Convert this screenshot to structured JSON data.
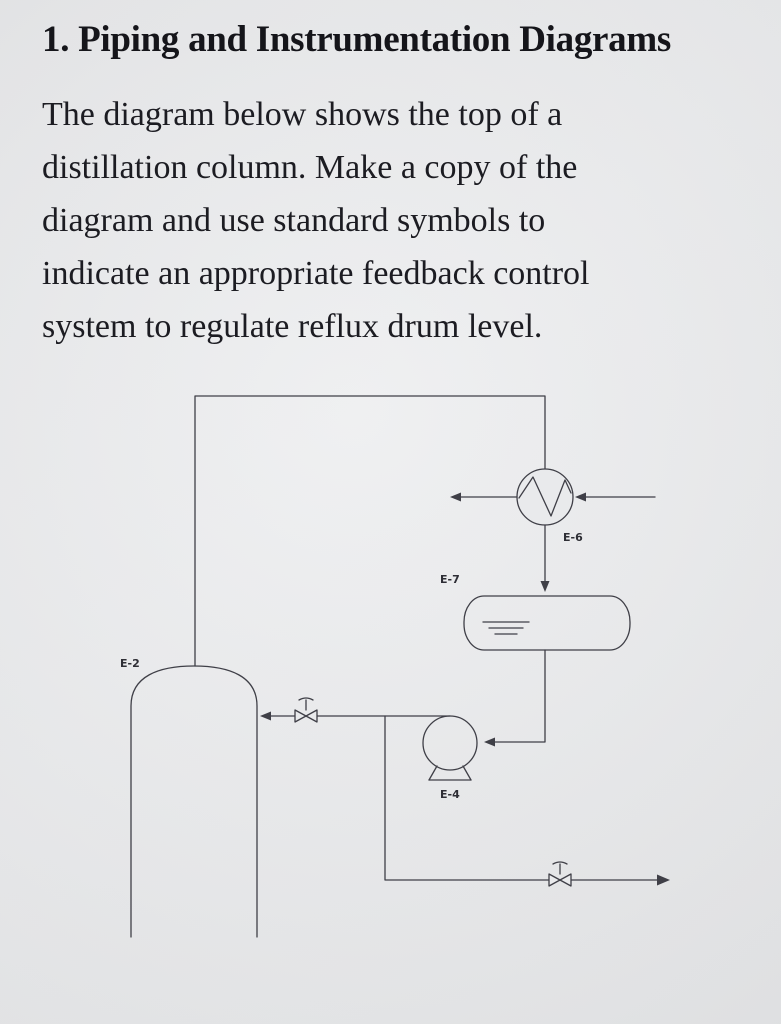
{
  "page": {
    "heading": "1. Piping and Instrumentation Diagrams",
    "body_lines": [
      "The diagram below shows the top of a",
      "distillation column. Make a copy of the",
      "diagram and use standard symbols to",
      "indicate an appropriate feedback control",
      "system to regulate reflux drum level."
    ]
  },
  "diagram": {
    "labels": {
      "column": "E-2",
      "condenser": "E-6",
      "drum": "E-7",
      "pump": "E-4"
    },
    "colors": {
      "line": "#3f3f47",
      "background": "#e9eaec",
      "text": "#1c1c22"
    }
  }
}
